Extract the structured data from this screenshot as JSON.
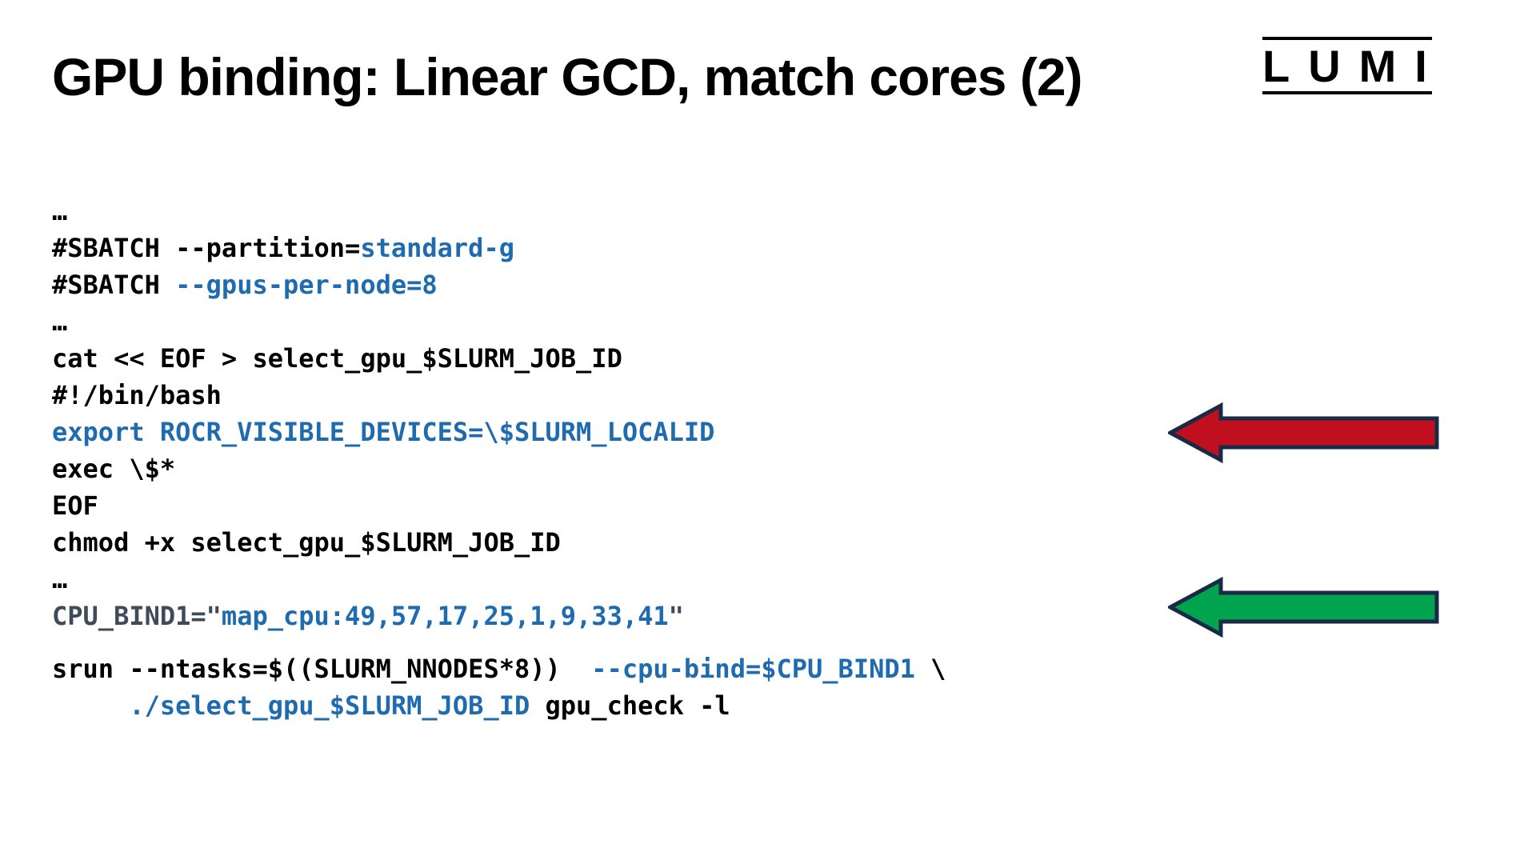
{
  "slide": {
    "title": "GPU binding: Linear GCD, match cores (2)",
    "logo_text": "LUMI"
  },
  "colors": {
    "code_black": "#000000",
    "code_blue": "#1F6BB0",
    "code_slate": "#3E4C59",
    "arrow_red_fill": "#C01020",
    "arrow_green_fill": "#00A44F",
    "arrow_border": "#182A45"
  },
  "code": {
    "lines": [
      {
        "segments": [
          {
            "t": "…",
            "c": "black"
          }
        ]
      },
      {
        "segments": [
          {
            "t": "#SBATCH --partition=",
            "c": "black"
          },
          {
            "t": "standard-g",
            "c": "blue"
          }
        ]
      },
      {
        "segments": [
          {
            "t": "#SBATCH ",
            "c": "black"
          },
          {
            "t": "--gpus-per-node=8",
            "c": "blue"
          }
        ]
      },
      {
        "segments": [
          {
            "t": "…",
            "c": "black"
          }
        ]
      },
      {
        "segments": [
          {
            "t": "cat << EOF > select_gpu_$SLURM_JOB_ID",
            "c": "black"
          }
        ]
      },
      {
        "segments": [
          {
            "t": "#!/bin/bash",
            "c": "black"
          }
        ]
      },
      {
        "segments": [
          {
            "t": "export ROCR_VISIBLE_DEVICES=\\$SLURM_LOCALID",
            "c": "blue"
          }
        ]
      },
      {
        "segments": [
          {
            "t": "exec \\$*",
            "c": "black"
          }
        ]
      },
      {
        "segments": [
          {
            "t": "EOF",
            "c": "black"
          }
        ]
      },
      {
        "segments": [
          {
            "t": "chmod +x select_gpu_$SLURM_JOB_ID",
            "c": "black"
          }
        ]
      },
      {
        "segments": [
          {
            "t": "…",
            "c": "black"
          }
        ]
      },
      {
        "segments": [
          {
            "t": "CPU_BIND1=\"",
            "c": "slate"
          },
          {
            "t": "map_cpu:49,57,17,25,1,9,33,41",
            "c": "blue"
          },
          {
            "t": "\"",
            "c": "slate"
          }
        ]
      },
      {
        "gap": true,
        "segments": [
          {
            "t": "srun --ntasks=$((SLURM_NNODES*8))  ",
            "c": "black"
          },
          {
            "t": "--cpu-bind=$CPU_BIND1",
            "c": "blue"
          },
          {
            "t": " \\",
            "c": "black"
          }
        ]
      },
      {
        "segments": [
          {
            "t": "     ",
            "c": "black"
          },
          {
            "t": "./select_gpu_$SLURM_JOB_ID",
            "c": "blue"
          },
          {
            "t": " gpu_check -l",
            "c": "black"
          }
        ]
      }
    ]
  },
  "arrows": [
    {
      "name": "red-arrow",
      "meaning": "highlights export ROCR_VISIBLE_DEVICES line",
      "fill_key": "arrow_red_fill"
    },
    {
      "name": "green-arrow",
      "meaning": "highlights CPU_BIND1 map_cpu line",
      "fill_key": "arrow_green_fill"
    }
  ]
}
